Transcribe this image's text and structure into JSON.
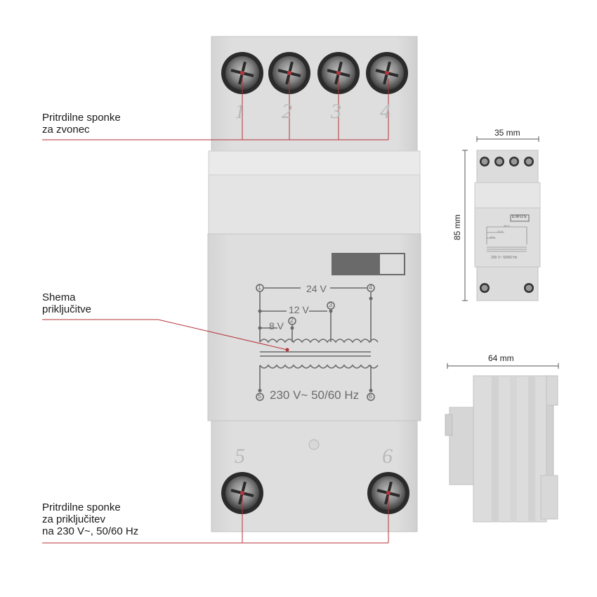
{
  "callouts": {
    "bell_terminals": [
      "Pritrdilne sponke",
      "za zvonec"
    ],
    "wiring_diagram": [
      "Shema",
      "priključitve"
    ],
    "mains_terminals": [
      "Pritrdilne sponke",
      "za priključitev",
      "na 230 V~, 50/60 Hz"
    ]
  },
  "device": {
    "brand": "EMOS",
    "terminal_numbers_top": [
      "1",
      "2",
      "3",
      "4"
    ],
    "terminal_numbers_bottom": [
      "5",
      "6"
    ],
    "schematic": {
      "voltage_24": "24 V",
      "voltage_12": "12 V",
      "voltage_8": "8 V",
      "mains": "230 V~ 50/60 Hz",
      "pin_1": "1",
      "pin_2": "2",
      "pin_3": "3",
      "pin_4": "4",
      "pin_5": "5",
      "pin_6": "6"
    }
  },
  "dimensions": {
    "width": "35 mm",
    "height": "85 mm",
    "depth": "64 mm"
  },
  "thumbnail": {
    "brand": "EMOS",
    "v24": "24 V",
    "v12": "12 V",
    "v8": "8 V",
    "mains": "230 V~ 50/60 Hz"
  },
  "colors": {
    "housing": "#dcdcdc",
    "housing_dark": "#c9c9c9",
    "callout_line": "#b5333a",
    "print": "#6a6a6a"
  }
}
